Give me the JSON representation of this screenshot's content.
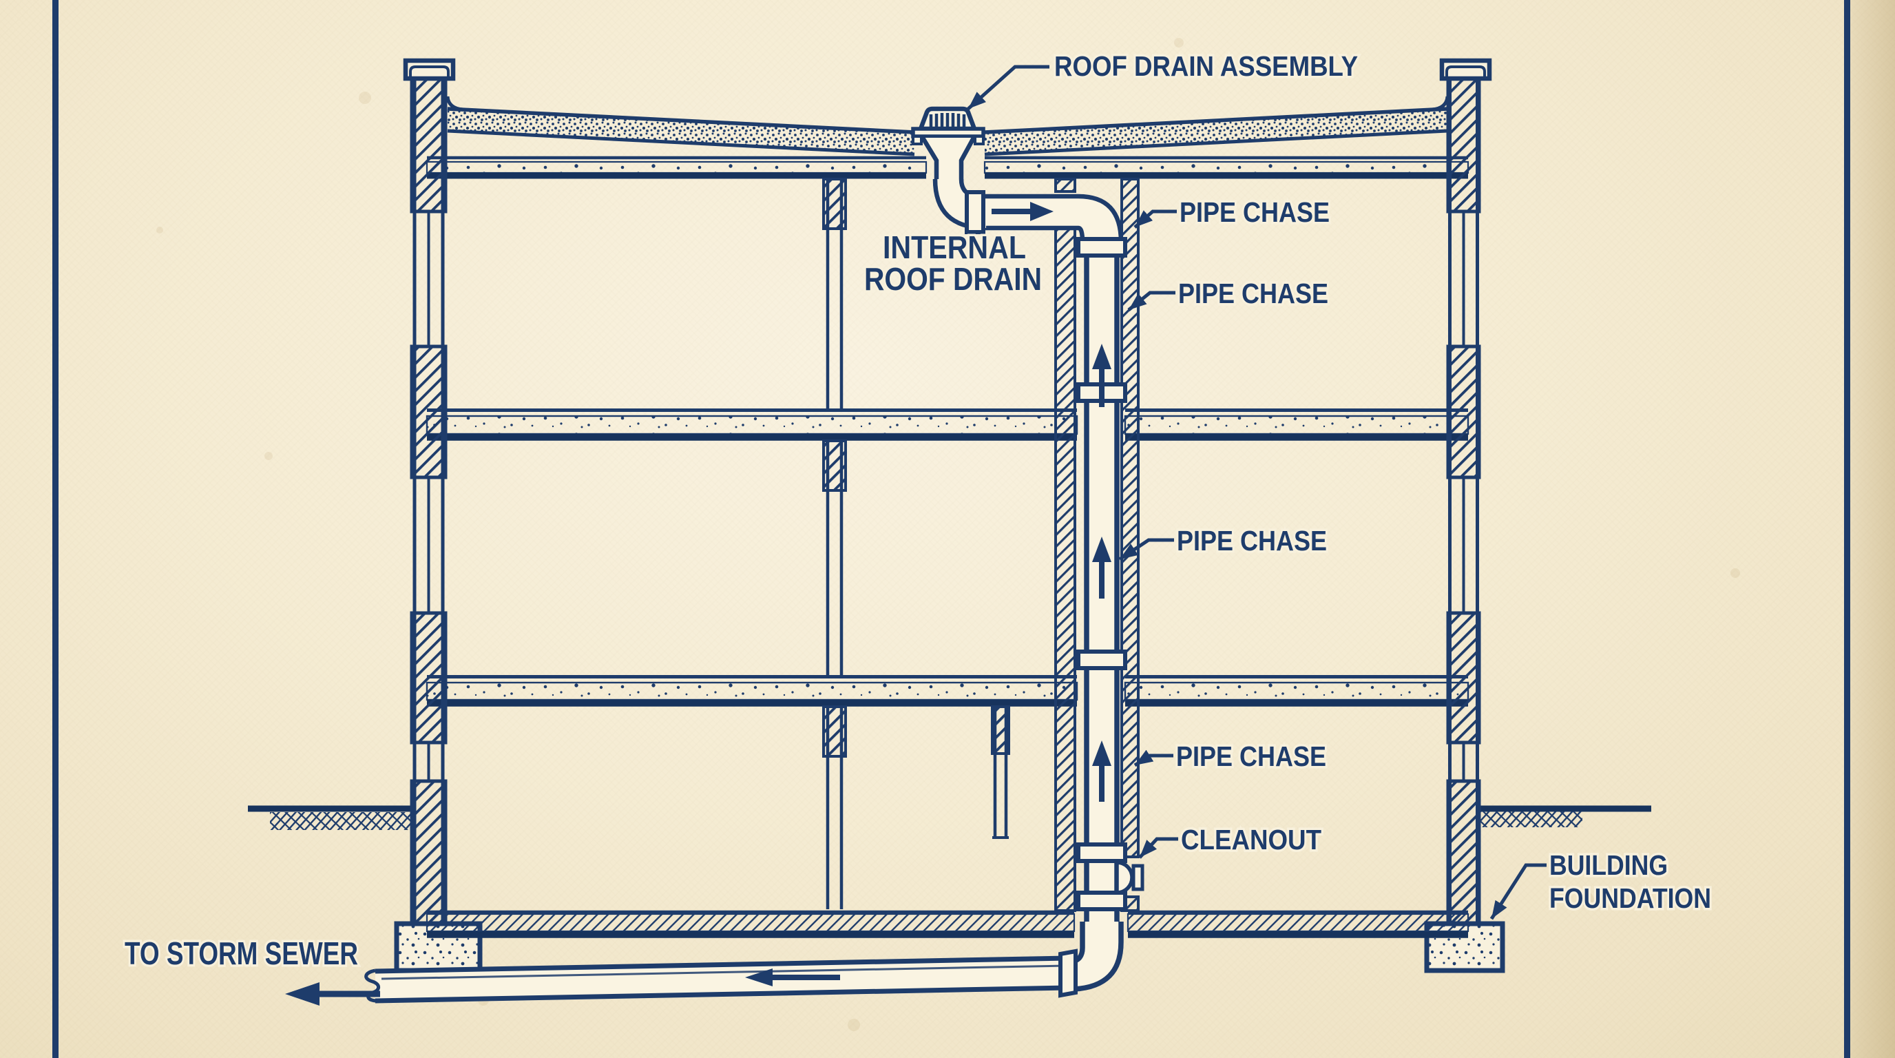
{
  "diagram": {
    "title_context": "internal roof drain building cross-section blueprint",
    "labels": {
      "roof_drain_assembly": "ROOF DRAIN ASSEMBLY",
      "internal_roof_drain_line1": "INTERNAL",
      "internal_roof_drain_line2": "ROOF DRAIN",
      "pipe_chase_labels": [
        "PIPE CHASE",
        "PIPE CHASE",
        "PIPE CHASE",
        "PIPE CHASE"
      ],
      "cleanout": "CLEANOUT",
      "building_foundation_line1": "BUILDING",
      "building_foundation_line2": "FOUNDATION",
      "to_storm_sewer": "TO STORM SEWER"
    },
    "colors": {
      "ink": "#1e3c6b",
      "ink-dark": "#17335d",
      "paper": "#f4ebd1",
      "paper-light": "#f8f1dd",
      "paper-dark": "#e9dcba",
      "pipe-fill": "#faf4e2"
    },
    "flow": {
      "roof_offset_arrow": "right",
      "stack_arrows": "up",
      "stack_arrow_count": 3,
      "sewer_arrow": "left",
      "to_storm_sewer_arrow": "left"
    }
  }
}
